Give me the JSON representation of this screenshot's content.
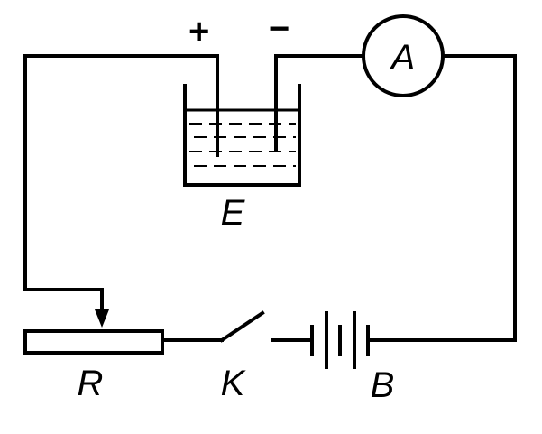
{
  "diagram": {
    "labels": {
      "electrolytic_cell": "E",
      "ammeter": "A",
      "rheostat": "R",
      "switch": "K",
      "battery": "B",
      "positive_terminal": "+",
      "negative_terminal": "−"
    }
  }
}
